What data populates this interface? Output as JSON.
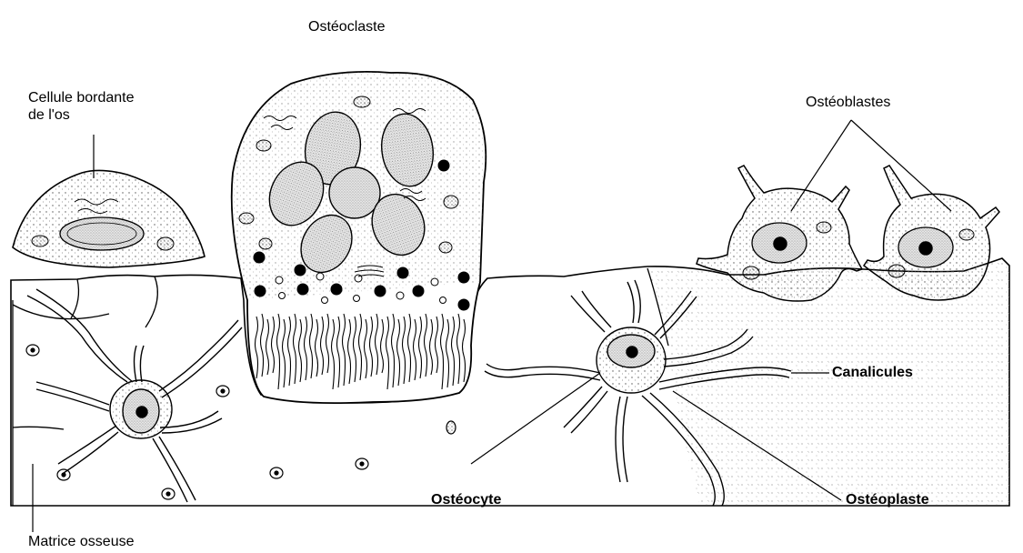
{
  "labels": {
    "osteoclaste": "Ostéoclaste",
    "cellule_bordante_line1": "Cellule bordante",
    "cellule_bordante_line2": "de l'os",
    "osteoblastes": "Ostéoblastes",
    "canalicules": "Canalicules",
    "osteocyte": "Ostéocyte",
    "osteoplaste": "Ostéoplaste",
    "matrice_osseuse": "Matrice osseuse"
  },
  "colors": {
    "ink": "#000000",
    "paper": "#ffffff",
    "stipple": "#777777"
  }
}
